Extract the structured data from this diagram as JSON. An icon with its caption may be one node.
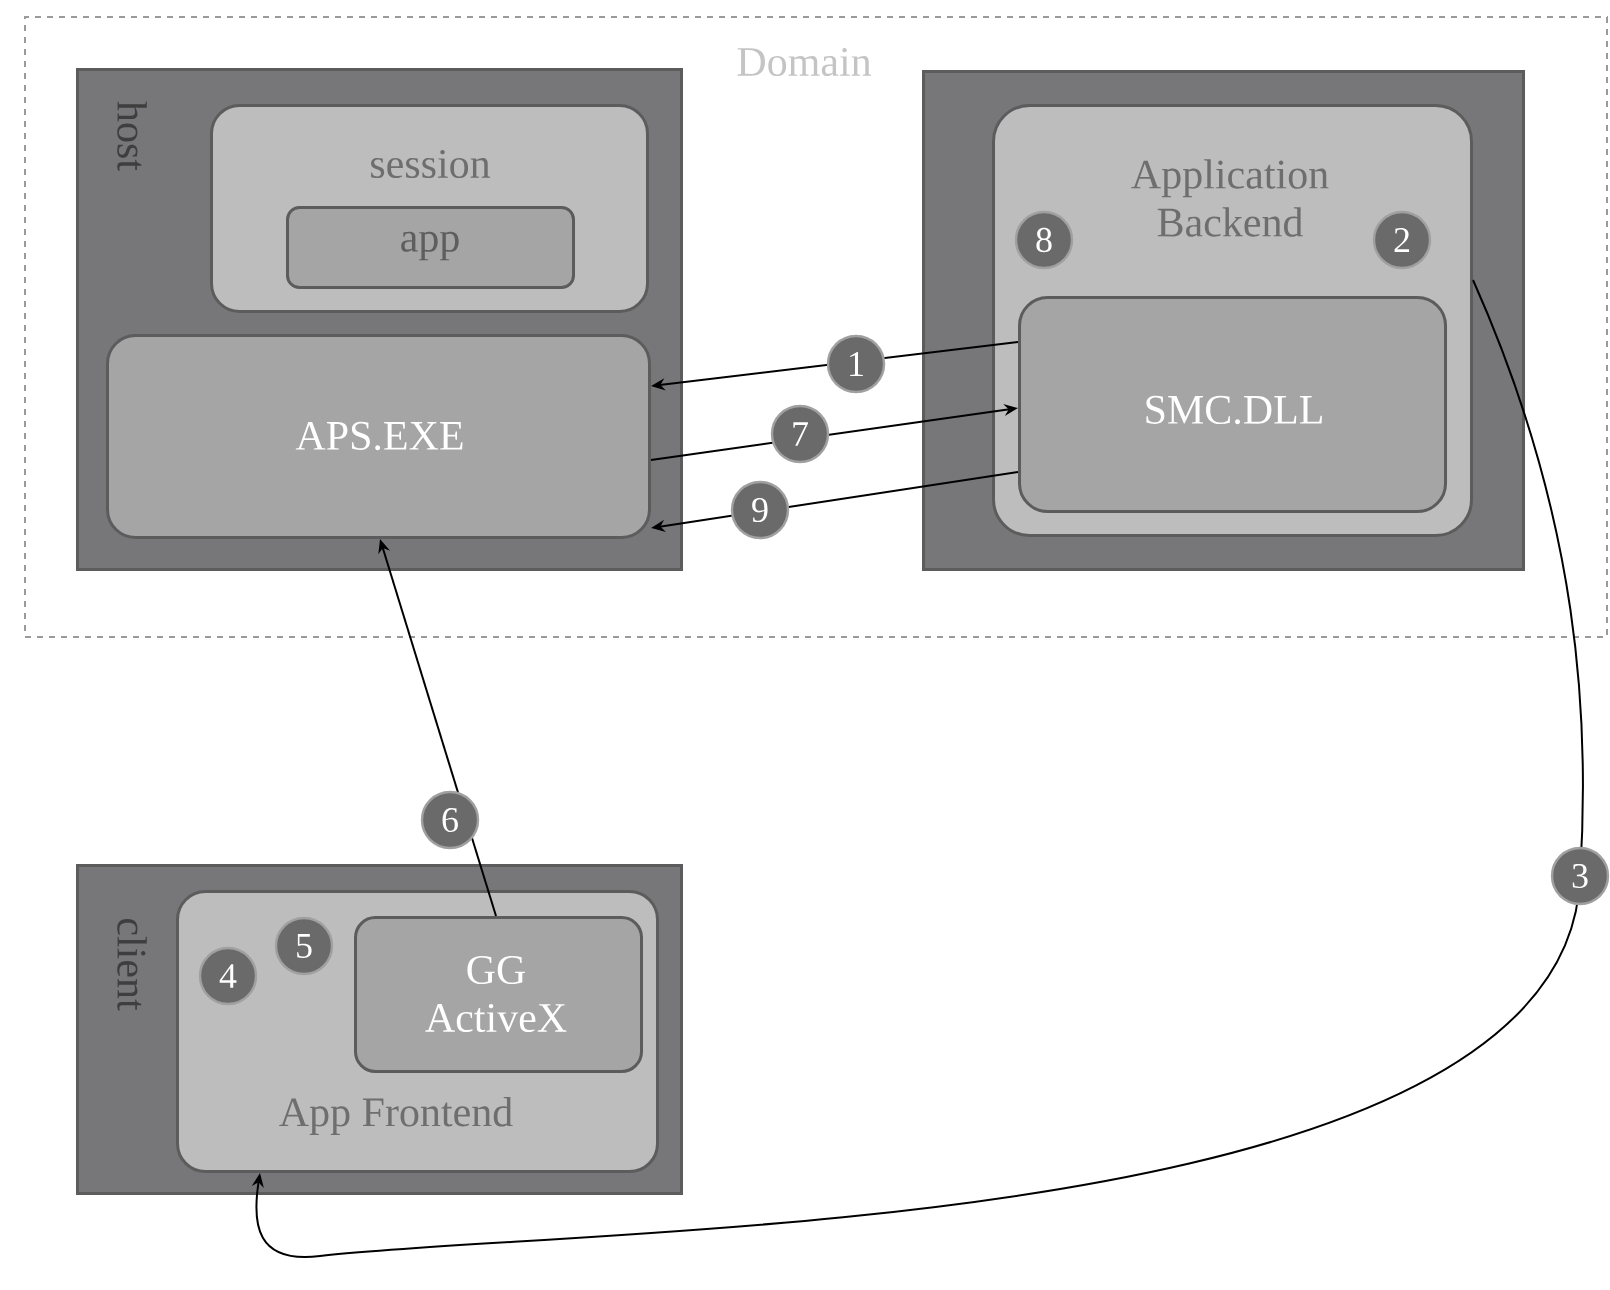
{
  "diagram": {
    "nodes": [
      {
        "text": [
          "Domain"
        ]
      },
      {
        "text": [
          "host"
        ],
        "in": 0
      },
      {
        "text": [
          "session"
        ],
        "in": 1
      },
      {
        "text": [
          "app"
        ],
        "in": 2
      },
      {
        "text": [
          "APS.EXE"
        ],
        "in": 1
      },
      {
        "text": [],
        "shape": "box",
        "in": 0
      },
      {
        "text": [
          "Application Backend"
        ],
        "in": 5
      },
      {
        "text": [
          "SMC.DLL"
        ],
        "in": 6
      },
      {
        "text": [
          "client"
        ]
      },
      {
        "text": [
          "App Frontend"
        ],
        "in": 8
      },
      {
        "text": [
          "GG ActiveX"
        ],
        "in": 9
      }
    ],
    "edges": [
      {
        "from": 7,
        "to": 4,
        "arrow": "to",
        "label": "1"
      },
      {
        "from": 6,
        "to": 9,
        "arrow": "to",
        "label": "3"
      },
      {
        "from": 10,
        "to": 4,
        "arrow": "to",
        "label": "6"
      },
      {
        "from": 4,
        "to": 7,
        "arrow": "to",
        "label": "7"
      },
      {
        "from": 7,
        "to": 4,
        "arrow": "to",
        "label": "9"
      }
    ],
    "labels": [
      "8",
      "2",
      "4",
      "5"
    ]
  }
}
